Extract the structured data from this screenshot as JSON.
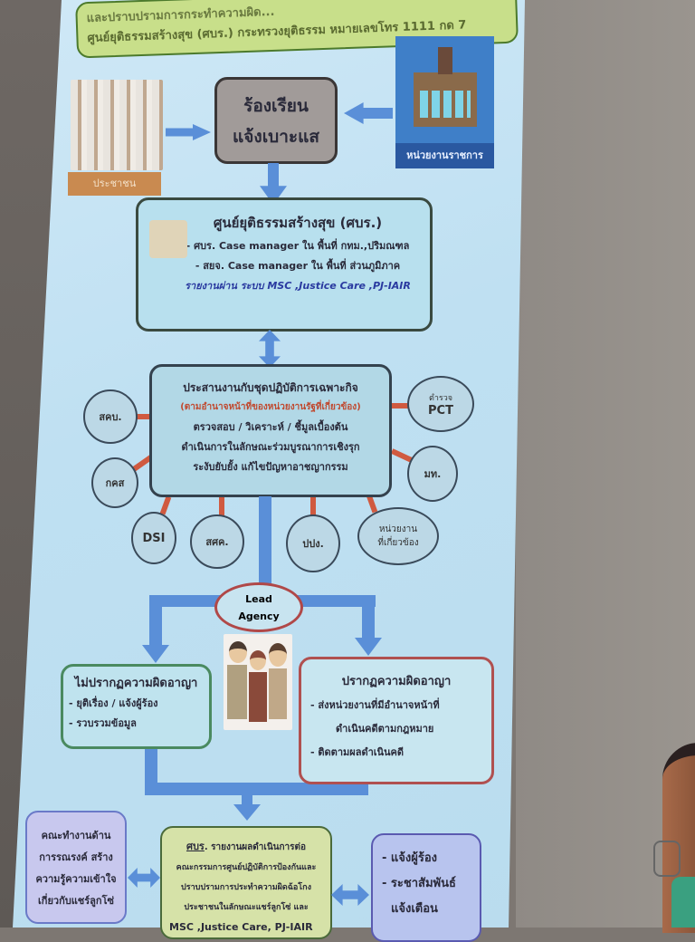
{
  "banner": {
    "line1": "และปราบปรามการกระทำความผิด...",
    "line2": "ศูนย์ยุติธรรมสร้างสุข (ศบร.) กระทรวงยุติธรรม หมายเลขโทร 1111 กด 7"
  },
  "sources": {
    "public_label": "ประชาชน",
    "gov_label": "หน่วยงานราชการ"
  },
  "complaint": {
    "line1": "ร้องเรียน",
    "line2": "แจ้งเบาะแส"
  },
  "center": {
    "title": "ศูนย์ยุติธรรมสร้างสุข (ศบร.)",
    "item1": "- ศบร. Case manager ใน พื้นที่ กทม.,ปริมณฑล",
    "item2": "- สยจ. Case manager ใน พื้นที่ ส่วนภูมิภาค",
    "report": "รายงานผ่าน ระบบ MSC ,Justice Care ,PJ-IAIR"
  },
  "task_force": {
    "title": "ประสานงานกับชุดปฏิบัติการเฉพาะกิจ",
    "subtitle": "(ตามอำนาจหน้าที่ของหน่วยงานรัฐที่เกี่ยวข้อง)",
    "line1": "ตรวจสอบ / วิเคราะห์ / ชี้มูลเบื้องต้น",
    "line2": "ดำเนินการในลักษณะร่วมบูรณาการเชิงรุก",
    "line3": "ระงับยับยั้ง แก้ไขปัญหาอาชญากรรม"
  },
  "agencies": {
    "a1": "สคบ.",
    "a2": "กคส",
    "a3": "DSI",
    "a4": "สศค.",
    "a5": "ปปง.",
    "a6_1": "หน่วยงาน",
    "a6_2": "ที่เกี่ยวข้อง",
    "a7": "มท.",
    "a8_top": "ตำรวจ",
    "a8": "PCT"
  },
  "lead": {
    "line1": "Lead",
    "line2": "Agency"
  },
  "no_crime": {
    "title": "ไม่ปรากฏความผิดอาญา",
    "item1": "-   ยุติเรื่อง / แจ้งผู้ร้อง",
    "item2": "-   รวบรวมข้อมูล"
  },
  "crime": {
    "title": "ปรากฏความผิดอาญา",
    "item1": "-   ส่งหน่วยงานที่มีอำนาจหน้าที่",
    "item1b": "ดำเนินคดีตามกฎหมาย",
    "item2": "-   ติดตามผลดำเนินคดี"
  },
  "bottom": {
    "left": [
      "คณะทำงานด้าน",
      "การรณรงค์ สร้าง",
      "ความรู้ความเข้าใจ",
      "เกี่ยวกับแชร์ลูกโซ่"
    ],
    "mid_head": "ศบร",
    "mid": [
      ". รายงานผลดำเนินการต่อ",
      "คณะกรรมการศูนย์ปฏิบัติการป้องกันและ",
      "ปราบปรามการประทำความผิดฉ้อโกง",
      "ประชาชนในลักษณะแชร์ลูกโซ่ และ",
      "MSC ,Justice Care, PJ-IAIR"
    ],
    "right": [
      "- แจ้งผู้ร้อง",
      "- ระชาสัมพันธ์",
      "แจ้งเตือน"
    ]
  }
}
